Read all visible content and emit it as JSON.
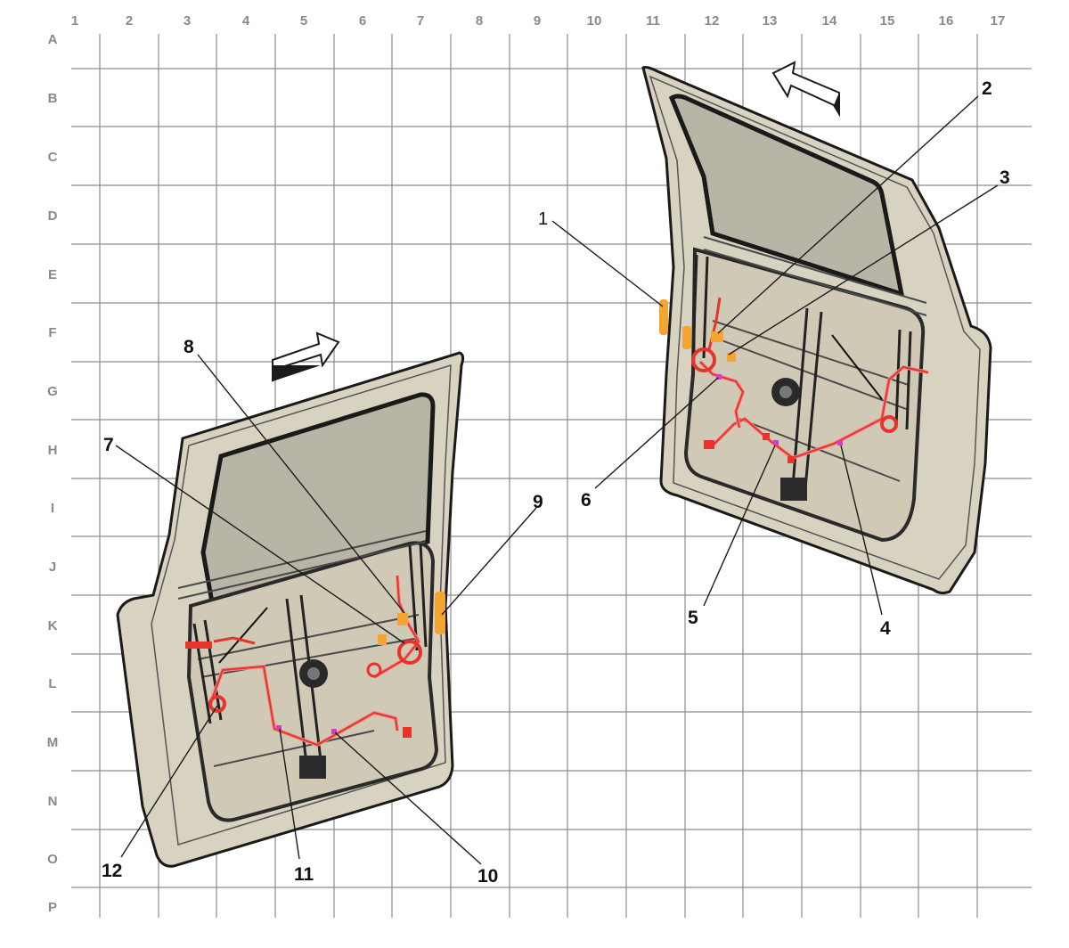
{
  "grid": {
    "columns": [
      "1",
      "2",
      "3",
      "4",
      "5",
      "6",
      "7",
      "8",
      "9",
      "10",
      "11",
      "12",
      "13",
      "14",
      "15",
      "16",
      "17"
    ],
    "rows": [
      "A",
      "B",
      "C",
      "D",
      "E",
      "F",
      "G",
      "H",
      "I",
      "J",
      "K",
      "L",
      "M",
      "N",
      "O",
      "P"
    ]
  },
  "callouts": {
    "c1": "1",
    "c2": "2",
    "c3": "3",
    "c4": "4",
    "c5": "5",
    "c6": "6",
    "c7": "7",
    "c8": "8",
    "c9": "9",
    "c10": "10",
    "c11": "11",
    "c12": "12"
  },
  "colors": {
    "door_panel": "#d8d2c0",
    "glass": "#b9b5a6",
    "harness": "#e8322c",
    "harness_light": "#f08a86",
    "connector_orange": "#f3a531",
    "connector_magenta": "#d23cc8",
    "grid_line": "#8c8c8c"
  }
}
